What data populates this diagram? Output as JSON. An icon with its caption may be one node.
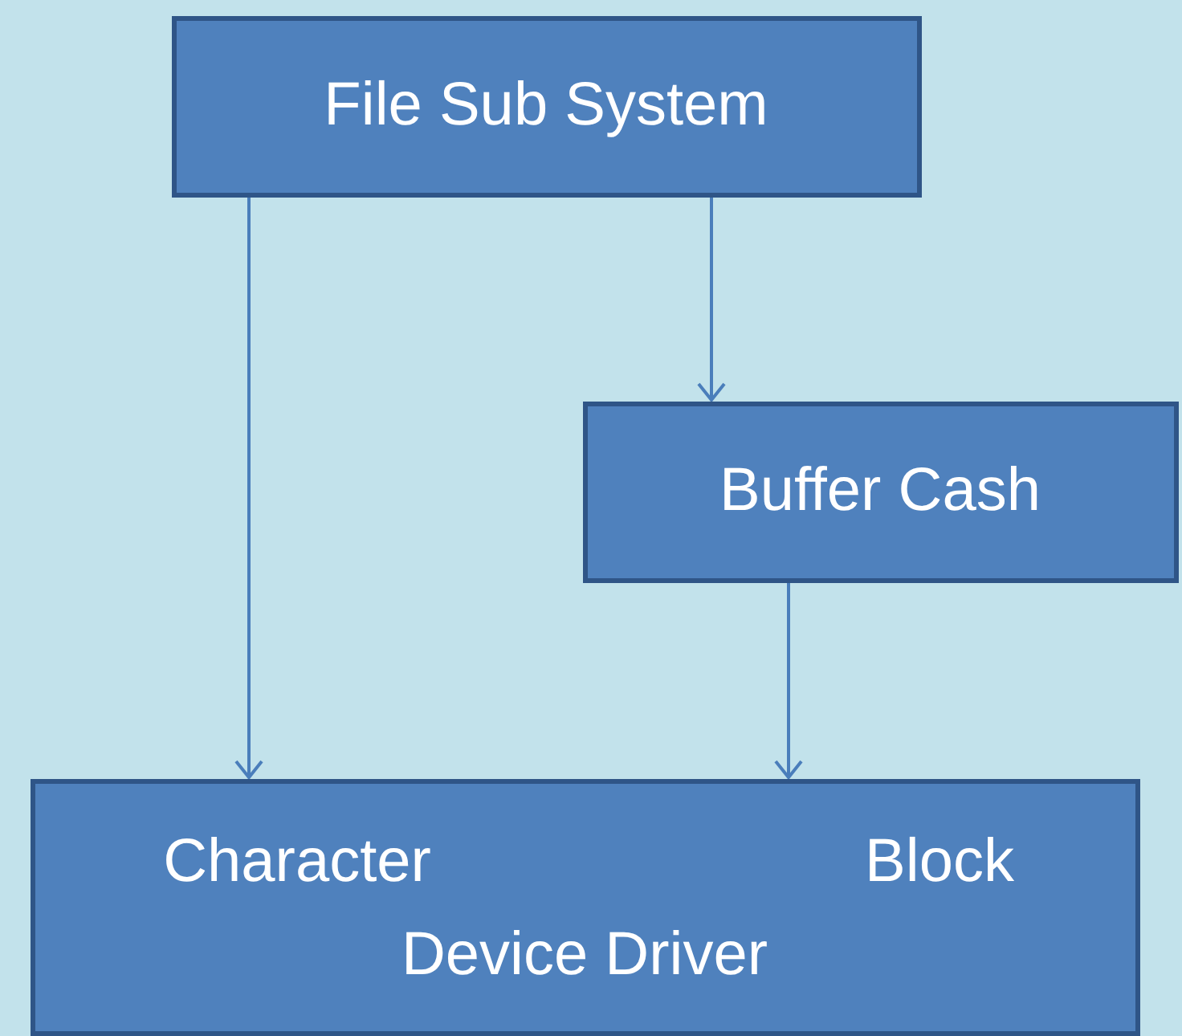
{
  "diagram": {
    "nodes": [
      {
        "text": [
          "File Sub System"
        ]
      },
      {
        "text": [
          "Buffer Cash"
        ]
      },
      {
        "text": [
          "Character",
          "Block",
          "Device Driver"
        ]
      }
    ],
    "edges": [
      {
        "from": 0,
        "to": 2,
        "arrow": "to"
      },
      {
        "from": 0,
        "to": 1,
        "arrow": "to"
      },
      {
        "from": 1,
        "to": 2,
        "arrow": "to"
      }
    ]
  }
}
